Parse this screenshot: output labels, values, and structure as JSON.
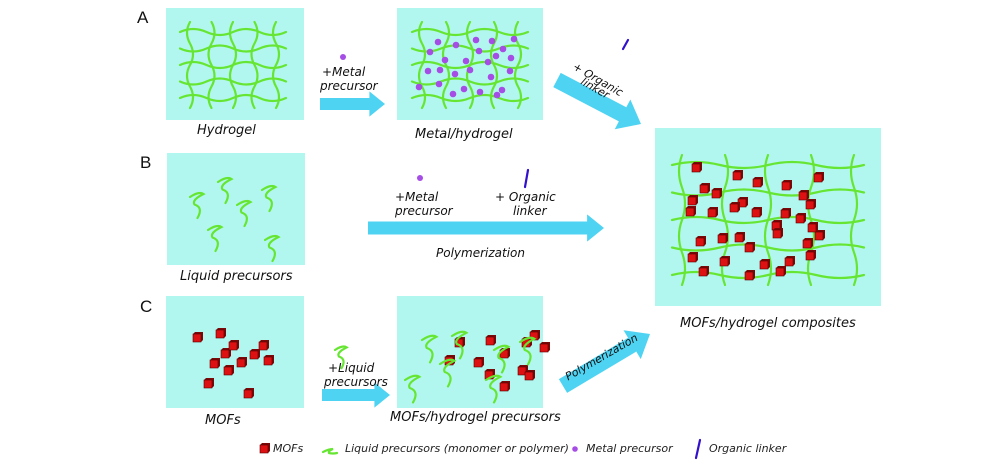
{
  "rows": {
    "A": {
      "letter": "A",
      "panel1_label": "Hydrogel",
      "arrow1_label_line1": "+Metal",
      "arrow1_label_line2": "precursor",
      "panel2_label": "Metal/hydrogel",
      "arrow2_label_line1": "+ Organic",
      "arrow2_label_line2": "linker"
    },
    "B": {
      "letter": "B",
      "panel1_label": "Liquid precursors",
      "reagent1_line1": "+Metal",
      "reagent1_line2": "precursor",
      "reagent2_line1": "+ Organic",
      "reagent2_line2": "linker",
      "arrow_label": "Polymerization"
    },
    "C": {
      "letter": "C",
      "panel1_label": "MOFs",
      "arrow1_label_line1": "+Liquid",
      "arrow1_label_line2": "precursors",
      "panel2_label": "MOFs/hydrogel precursors",
      "arrow2_label": "Polymerization"
    }
  },
  "result": {
    "label": "MOFs/hydrogel composites"
  },
  "legend": [
    {
      "icon": "mof-cube-icon",
      "label": "MOFs"
    },
    {
      "icon": "liquid-precursor-squiggle-icon",
      "label": "Liquid precursors (monomer or polymer)"
    },
    {
      "icon": "metal-precursor-dot-icon",
      "label": "Metal precursor"
    },
    {
      "icon": "organic-linker-line-icon",
      "label": "Organic linker"
    }
  ],
  "colors": {
    "panel": "#b2f7ef",
    "arrow": "#4fd3f2",
    "polymer": "#66e633",
    "metal": "#a64de6",
    "linker": "#3311cc",
    "mof": "#dd1111"
  }
}
